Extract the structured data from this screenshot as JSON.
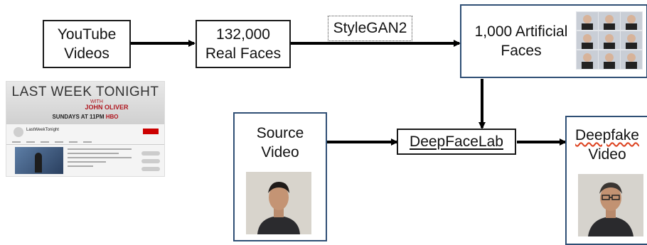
{
  "nodes": {
    "youtube": {
      "line1": "YouTube",
      "line2": "Videos"
    },
    "real_faces": {
      "line1": "132,000",
      "line2": "Real Faces"
    },
    "stylegan": {
      "label": "StyleGAN2"
    },
    "artificial": {
      "line1": "1,000 Artificial",
      "line2": "Faces"
    },
    "source": {
      "line1": "Source",
      "line2": "Video"
    },
    "deepfacelab": {
      "label": "DeepFaceLab"
    },
    "deepfake": {
      "line1": "Deepfake",
      "line2": "Video"
    }
  },
  "youtube_screenshot": {
    "banner_title": "LAST WEEK TONIGHT",
    "banner_with": "WITH",
    "banner_host": "JOHN OLIVER",
    "banner_schedule": "SUNDAYS AT 11PM",
    "banner_network": "HBO",
    "channel_name": "LastWeekTonight"
  },
  "colors": {
    "arrow": "#000000",
    "box_border_black": "#1a1a1a",
    "box_border_blue": "#2f4f75",
    "spellcheck_underline": "#dd4422",
    "brand_red": "#b0161f"
  }
}
